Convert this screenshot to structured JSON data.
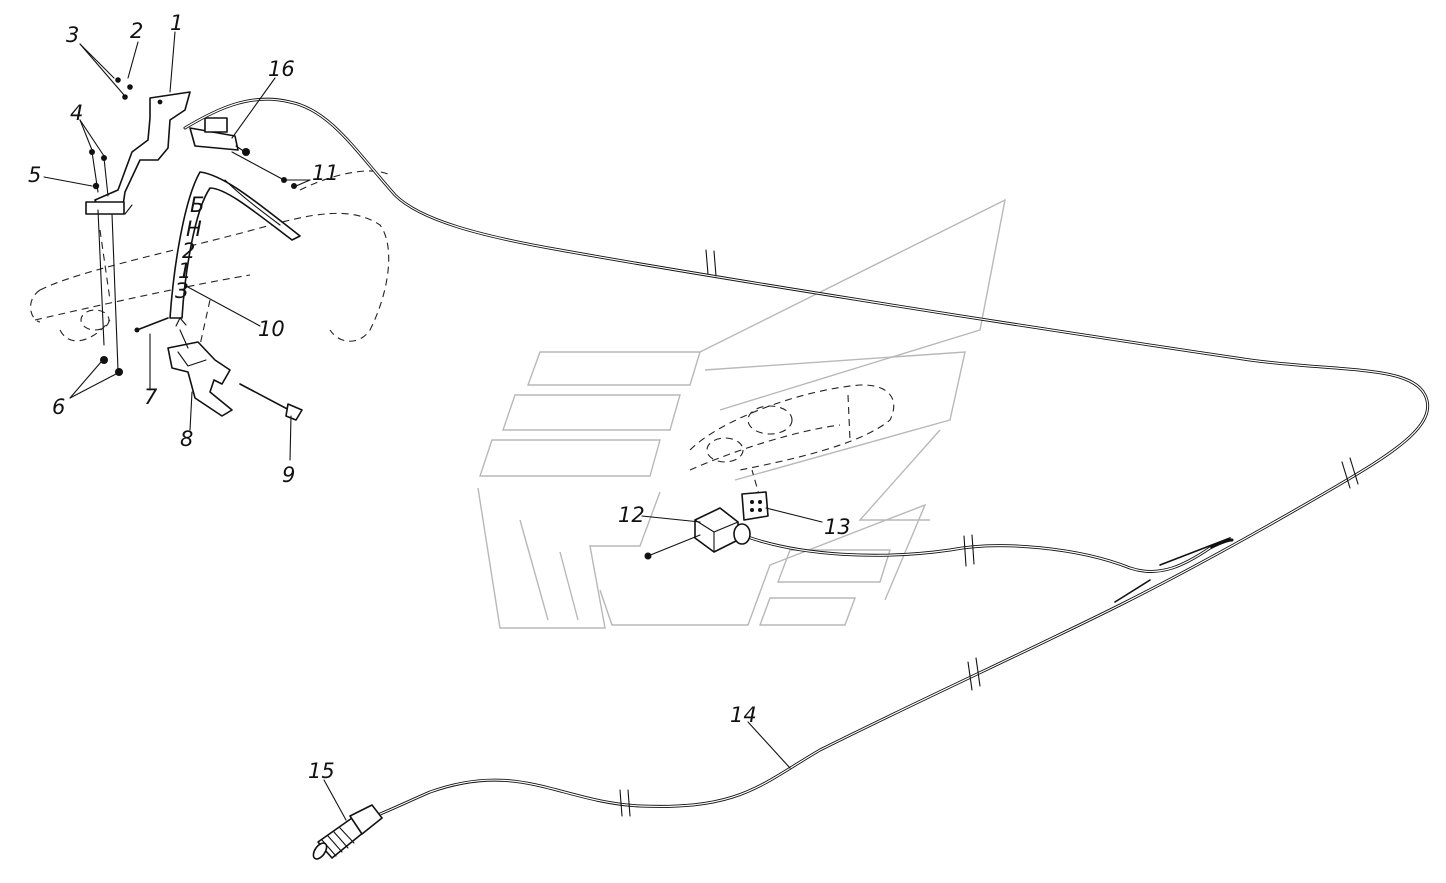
{
  "callouts": [
    {
      "id": "1",
      "text": "1"
    },
    {
      "id": "2",
      "text": "2"
    },
    {
      "id": "3",
      "text": "3"
    },
    {
      "id": "4",
      "text": "4"
    },
    {
      "id": "5",
      "text": "5"
    },
    {
      "id": "6",
      "text": "6"
    },
    {
      "id": "7",
      "text": "7"
    },
    {
      "id": "8",
      "text": "8"
    },
    {
      "id": "9",
      "text": "9"
    },
    {
      "id": "10",
      "text": "10"
    },
    {
      "id": "11",
      "text": "11"
    },
    {
      "id": "12",
      "text": "12"
    },
    {
      "id": "13",
      "text": "13"
    },
    {
      "id": "14",
      "text": "14"
    },
    {
      "id": "15",
      "text": "15"
    },
    {
      "id": "16",
      "text": "16"
    }
  ],
  "scale_marks": [
    "Б",
    "Н",
    "2",
    "1",
    "З"
  ],
  "colors": {
    "line": "#111111",
    "watermark": "#b8b8b8",
    "background": "#ffffff"
  }
}
